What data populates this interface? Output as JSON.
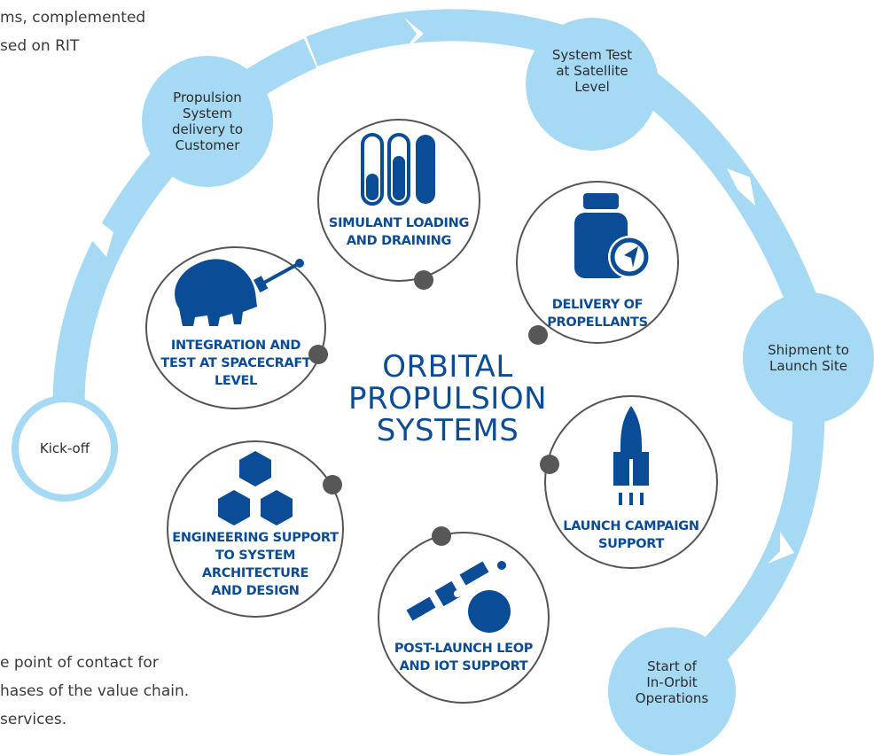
{
  "intro_text": {
    "top_lines": [
      "ms, complemented",
      "sed on RIT"
    ],
    "bottom_lines": [
      "e point of contact for",
      "hases of the value chain.",
      "services."
    ]
  },
  "center_title": [
    "ORBITAL",
    "PROPULSION",
    "SYSTEMS"
  ],
  "milestones": {
    "kickoff": [
      "Kick-off"
    ],
    "propulsion_delivery": [
      "Propulsion",
      "System",
      "delivery to",
      "Customer"
    ],
    "system_test": [
      "System Test",
      "at Satellite",
      "Level"
    ],
    "shipment": [
      "Shipment to",
      "Launch Site"
    ],
    "start_orbit": [
      "Start of",
      "In-Orbit",
      "Operations"
    ]
  },
  "services": {
    "simulant": [
      "SIMULANT LOADING",
      "AND DRAINING"
    ],
    "delivery": [
      "DELIVERY OF",
      "PROPELLANTS"
    ],
    "integration": [
      "INTEGRATION AND",
      "TEST AT SPACECRAFT",
      "LEVEL"
    ],
    "launch": [
      "LAUNCH CAMPAIGN",
      "SUPPORT"
    ],
    "engineering": [
      "ENGINEERING SUPPORT",
      "TO SYSTEM",
      "ARCHITECTURE",
      "AND DESIGN"
    ],
    "post_launch": [
      "POST-LAUNCH LEOP",
      "AND IOT SUPPORT"
    ]
  },
  "icons": {
    "simulant": "test-tubes-icon",
    "delivery": "propellant-bottle-icon",
    "integration": "robot-arm-screwdriver-icon",
    "launch": "rocket-icon",
    "engineering": "hexagon-cluster-icon",
    "post_launch": "satellite-planet-icon"
  },
  "colors": {
    "arc": "#a6daf4",
    "service_text": "#0b4c97",
    "icon": "#0b4c97",
    "circle_border": "#555555",
    "connector_dot": "#575757"
  }
}
